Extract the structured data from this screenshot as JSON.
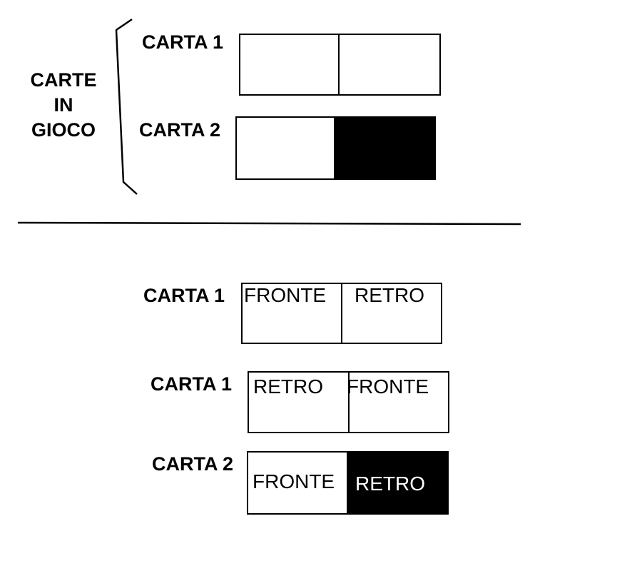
{
  "section_top": {
    "group_label": [
      "CARTE",
      "IN",
      "GIOCO"
    ],
    "cards": [
      {
        "label": "CARTA 1",
        "left": {
          "text": "",
          "filled": false
        },
        "right": {
          "text": "",
          "filled": false
        }
      },
      {
        "label": "CARTA 2",
        "left": {
          "text": "",
          "filled": false
        },
        "right": {
          "text": "",
          "filled": true
        }
      }
    ]
  },
  "section_bottom": {
    "cards": [
      {
        "label": "CARTA 1",
        "left": {
          "text": "FRONTE",
          "filled": false
        },
        "right": {
          "text": "RETRO",
          "filled": false
        }
      },
      {
        "label": "CARTA 1",
        "left": {
          "text": "RETRO",
          "filled": false
        },
        "right": {
          "text": "FRONTE",
          "filled": false
        }
      },
      {
        "label": "CARTA 2",
        "left": {
          "text": "FRONTE",
          "filled": false
        },
        "right": {
          "text": "RETRO",
          "filled": true
        }
      }
    ]
  },
  "colors": {
    "ink": "#000000",
    "background": "#ffffff"
  }
}
